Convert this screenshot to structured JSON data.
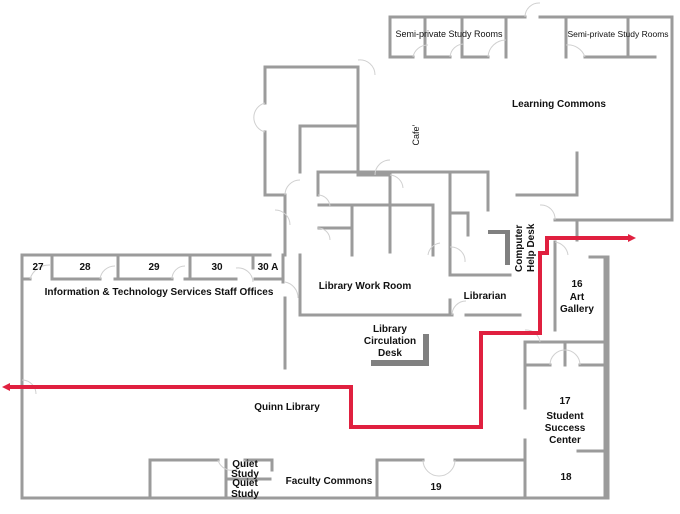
{
  "map": {
    "title": "Quinn Library",
    "route_color": "#e0203f",
    "wall_color": "#9b9b9b",
    "rooms": {
      "semi_private_left": "Semi-private Study Rooms",
      "semi_private_right": "Semi-private Study Rooms",
      "learning_commons": "Learning Commons",
      "cafe": "Cafe’",
      "room_27": "27",
      "room_28": "28",
      "room_29": "29",
      "room_30": "30",
      "room_30a": "30 A",
      "it_offices": "Information & Technology Services Staff Offices",
      "work_room": "Library Work Room",
      "librarian": "Librarian",
      "computer_help_1": "Computer",
      "computer_help_2": "Help Desk",
      "art_gallery_num": "16",
      "art_gallery_1": "Art",
      "art_gallery_2": "Gallery",
      "circ_1": "Library",
      "circ_2": "Circulation",
      "circ_3": "Desk",
      "quinn_library": "Quinn Library",
      "ssc_num": "17",
      "ssc_1": "Student",
      "ssc_2": "Success",
      "ssc_3": "Center",
      "quiet_1a": "Quiet",
      "quiet_1b": "Study",
      "quiet_2a": "Quiet",
      "quiet_2b": "Study",
      "faculty_commons": "Faculty Commons",
      "room_19": "19",
      "room_18": "18"
    }
  }
}
